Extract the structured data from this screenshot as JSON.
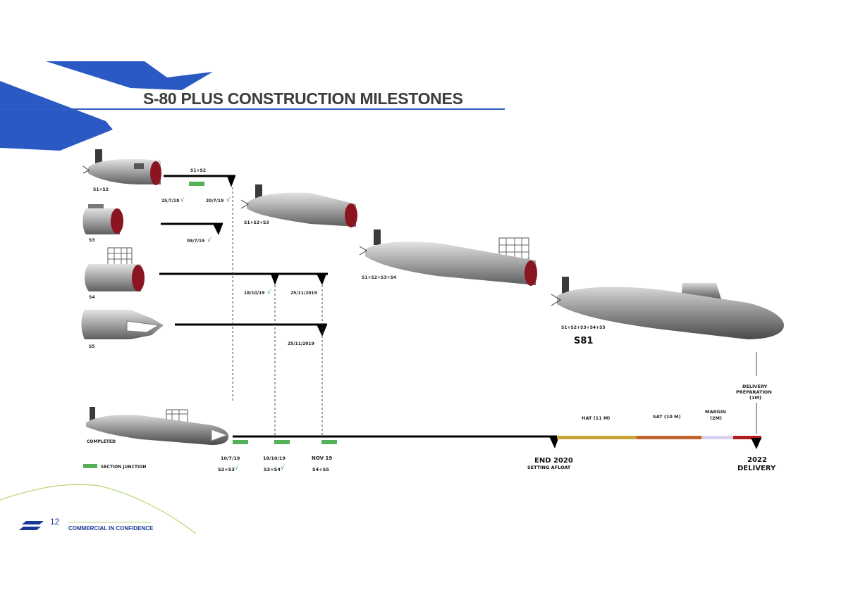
{
  "page": {
    "title": "S-80 PLUS CONSTRUCTION MILESTONES",
    "page_number": "12",
    "footer": "COMMERCIAL IN CONFIDENCE"
  },
  "check_mark": "√",
  "sections": {
    "s1s2": "S1+S2",
    "s3": "S3",
    "s4": "S4",
    "s5": "S5"
  },
  "stages": {
    "s123": "S1+S2+S3",
    "s1234": "S1+S2+S3+S4",
    "s12345": "S1+S2+S3+S4+S5",
    "s81": "S81",
    "completed": "COMPLETED"
  },
  "timeline1": {
    "label": "S1+S2",
    "start": "25/7/18",
    "end": "20/7/19"
  },
  "timeline2": {
    "end": "09/7/19"
  },
  "timeline3": {
    "mid": "18/10/19",
    "end": "25/11/2019"
  },
  "timeline4": {
    "end": "25/11/2019"
  },
  "legend": {
    "label": "SECTION JUNCTION"
  },
  "bottom": {
    "j1": {
      "date": "10/7/19",
      "label": "S2+S3"
    },
    "j2": {
      "date": "18/10/19",
      "label": "S3+S4"
    },
    "j3": {
      "date": "NOV 19",
      "label": "S4+S5"
    },
    "afloat": {
      "line1": "END 2020",
      "line2": "SETTING AFLOAT"
    },
    "hat": "HAT (11 M)",
    "sat": "SAT (10 M)",
    "margin": {
      "line1": "MARGIN",
      "line2": "(2M)"
    },
    "delivery_prep": {
      "line1": "DELIVERY",
      "line2": "PREPARATION",
      "line3": "(1M)"
    },
    "delivery": {
      "line1": "2022",
      "line2": "DELIVERY"
    }
  },
  "colors": {
    "brand_blue": "#2b59c3",
    "junction_green": "#55b05a",
    "check_green": "#3aa04a",
    "hat_color": "#c9a23a",
    "sat_color": "#c5632e",
    "margin_color": "#d9d2ee",
    "delivery_color": "#b11d1d"
  }
}
